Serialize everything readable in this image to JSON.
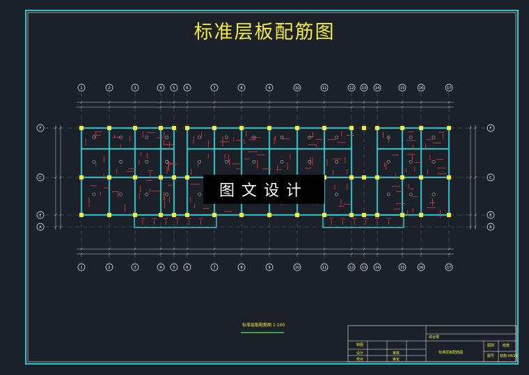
{
  "title": "标准层板配筋图",
  "watermark": "图文设计",
  "axes_top": [
    "1",
    "2",
    "3",
    "4",
    "5",
    "6",
    "7",
    "8",
    "9",
    "10",
    "11",
    "12",
    "13",
    "14",
    "15",
    "16",
    "17"
  ],
  "axes_bottom": [
    "1",
    "2",
    "3",
    "4",
    "5",
    "6",
    "7",
    "8",
    "9",
    "10",
    "11",
    "12",
    "13",
    "14",
    "15",
    "16",
    "17"
  ],
  "axes_side_left": [
    "F",
    "C",
    "E",
    "A"
  ],
  "axes_side_right": [
    "F",
    "C",
    "E",
    "A"
  ],
  "caption": "标准层板配筋图 1:100",
  "title_block": {
    "project": "综合楼",
    "drawing_name": "标准层板配筋图",
    "row1": "制图",
    "row2": "设计",
    "row3": "校对",
    "col_a": "审核",
    "col_b": "审定",
    "r1": "图别",
    "r1v": "结施",
    "r2": "图号",
    "r2v": "结施-08/21"
  },
  "colors": {
    "background": "#1c2129",
    "frame": "#26c8d2",
    "inner_frame": "#ffffff",
    "beam": "#35d0d8",
    "column": "#f2ea3c",
    "rebar": "#e23b3b",
    "title": "#f2ea3c"
  }
}
